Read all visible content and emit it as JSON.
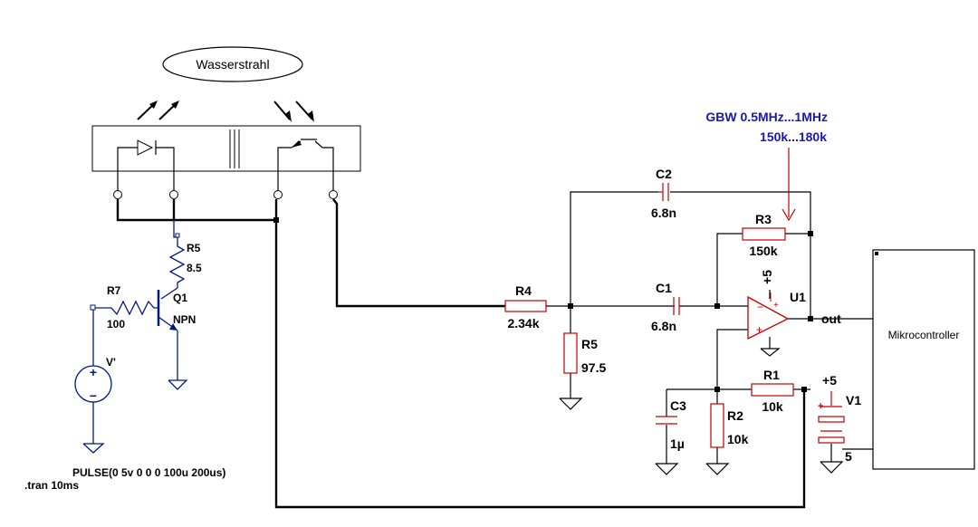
{
  "schematic": {
    "sensor_label": "Wasserstrahl",
    "annotation_gbw": "GBW 0.5MHz...1MHz",
    "annotation_range": "150k...180k",
    "mcu_label": "Mikrocontroller",
    "out_label": "out",
    "pulse_directive": "PULSE(0 5v 0 0 0 100u 200us)",
    "tran_directive": ".tran 10ms",
    "components": {
      "r5_top": {
        "name": "R5",
        "value": "8.5"
      },
      "r7": {
        "name": "R7",
        "value": "100"
      },
      "q1": {
        "name": "Q1",
        "value": "NPN"
      },
      "v_src": {
        "name": "V'"
      },
      "r4": {
        "name": "R4",
        "value": "2.34k"
      },
      "r5_mid": {
        "name": "R5",
        "value": "97.5"
      },
      "c2": {
        "name": "C2",
        "value": "6.8n"
      },
      "c1": {
        "name": "C1",
        "value": "6.8n"
      },
      "r3": {
        "name": "R3",
        "value": "150k"
      },
      "u1": {
        "name": "U1",
        "supply": "+5"
      },
      "r1": {
        "name": "R1",
        "value": "10k"
      },
      "r2": {
        "name": "R2",
        "value": "10k"
      },
      "c3": {
        "name": "C3",
        "value": "1µ"
      },
      "v1": {
        "name": "V1",
        "supply": "+5",
        "value": "5"
      }
    }
  }
}
